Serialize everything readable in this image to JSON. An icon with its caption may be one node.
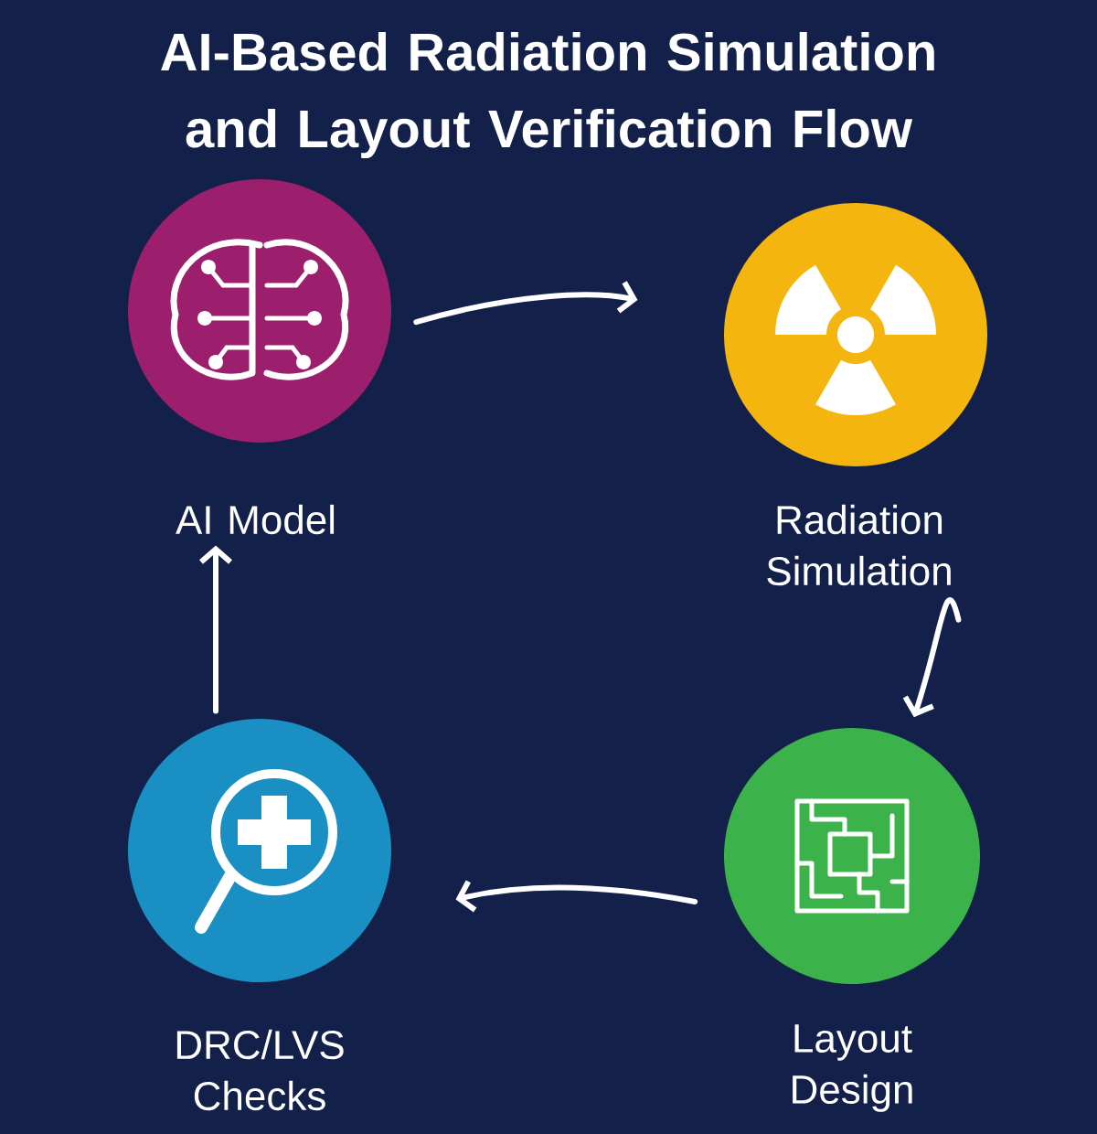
{
  "diagram": {
    "title": "AI-Based Radiation Simulation and Layout Verification Flow",
    "nodes": [
      {
        "text": [
          "AI Model"
        ]
      },
      {
        "text": [
          "Radiation Simulation"
        ]
      },
      {
        "text": [
          "Layout Design"
        ]
      },
      {
        "text": [
          "DRC/LVS Checks"
        ]
      }
    ],
    "edges": [
      {
        "from": 0,
        "to": 1,
        "arrow": "to"
      },
      {
        "from": 1,
        "to": 2,
        "arrow": "to"
      },
      {
        "from": 2,
        "to": 3,
        "arrow": "to"
      },
      {
        "from": 3,
        "to": 0,
        "arrow": "to"
      }
    ]
  }
}
